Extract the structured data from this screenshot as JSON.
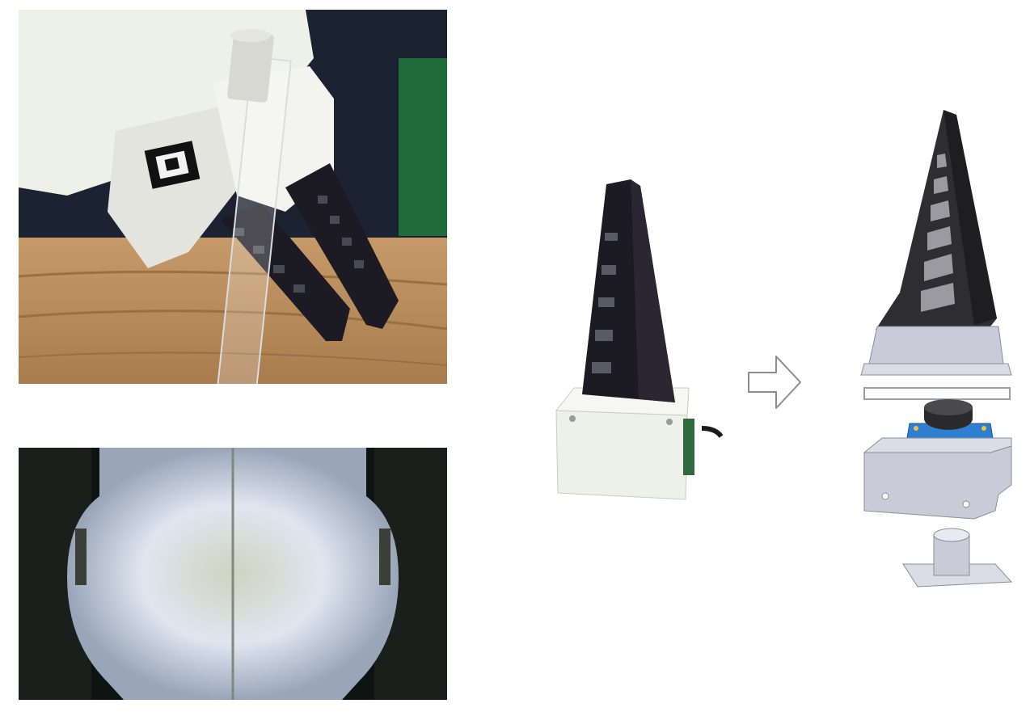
{
  "figure": {
    "panels": [
      {
        "id": "gripper-photo",
        "icon": "gripper-photo-icon"
      },
      {
        "id": "camera-view",
        "icon": "camera-view-icon"
      },
      {
        "id": "sensor-photo",
        "icon": "sensor-photo-icon"
      },
      {
        "id": "arrow",
        "icon": "right-arrow-icon"
      },
      {
        "id": "cad-exploded",
        "icon": "exploded-cad-icon"
      }
    ],
    "colors": {
      "background": "#ffffff",
      "finger_black": "#1c1a22",
      "housing_white": "#eef0ea",
      "table_wood": "#b98d5c",
      "cad_grey": "#c9ccd8",
      "cad_blue": "#2f7fd0",
      "camera_glow": "#dfe6f0"
    }
  }
}
